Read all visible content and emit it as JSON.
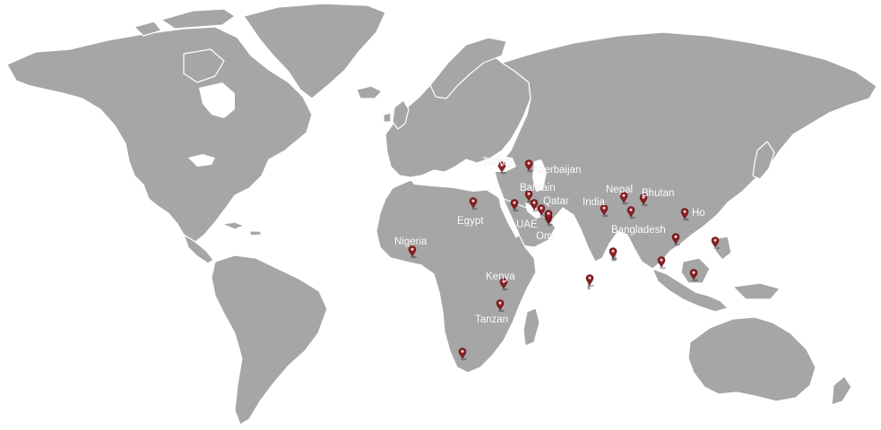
{
  "map": {
    "land_color": "#a6a6a6",
    "marker_color": "#8a1f23",
    "label_color": "#ffffff",
    "marker_icon": "map-pin-icon",
    "locations": [
      {
        "label": "Turkey"
      },
      {
        "label": "Azerbaijan"
      },
      {
        "label": "Bahrain"
      },
      {
        "label": "Qatar"
      },
      {
        "label": "UAE"
      },
      {
        "label": "Om"
      },
      {
        "label": "Egypt"
      },
      {
        "label": "Nigeria"
      },
      {
        "label": "Kenya"
      },
      {
        "label": "Tanzan"
      },
      {
        "label": "India"
      },
      {
        "label": "Nepal"
      },
      {
        "label": "Bhutan"
      },
      {
        "label": "Bangladesh"
      },
      {
        "label": "Ho"
      },
      {
        "label": ""
      },
      {
        "label": ""
      },
      {
        "label": ""
      },
      {
        "label": ""
      },
      {
        "label": ""
      },
      {
        "label": ""
      },
      {
        "label": ""
      },
      {
        "label": ""
      },
      {
        "label": ""
      }
    ]
  }
}
